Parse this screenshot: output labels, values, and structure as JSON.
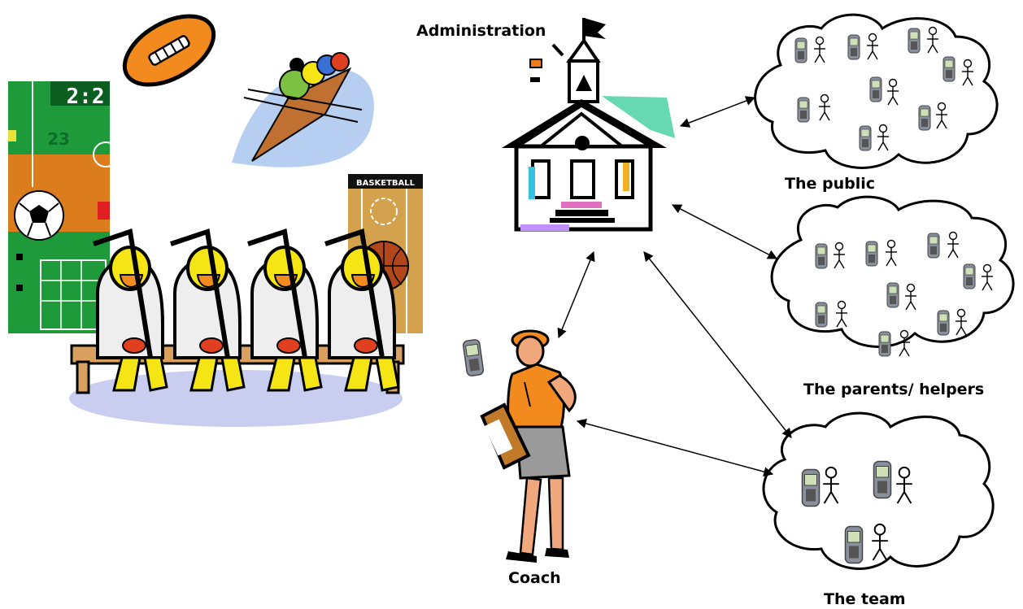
{
  "labels": {
    "administration": "Administration",
    "public": "The public",
    "parents": "The parents/ helpers",
    "team": "The team",
    "coach": "Coach"
  },
  "clipart": {
    "field_score": "2:2",
    "field_number": "23",
    "court_sign": "BASKETBALL"
  },
  "colors": {
    "field_green": "#1f9a3a",
    "field_orange": "#f07a1a",
    "court_tan": "#d4a24c",
    "ball_orange": "#b3471c",
    "coach_shirt": "#f28a1e",
    "wave_blue": "#a9c7ee",
    "player_white": "#eeeeee",
    "helmet_yellow": "#f5e514",
    "arrow": "#000000"
  },
  "icons": [
    "football-icon",
    "rowing-boat-icon",
    "soccer-field-icon",
    "basketball-court-icon",
    "hockey-players-icon",
    "schoolhouse-icon",
    "coach-icon",
    "mobile-phone-icon",
    "person-icon",
    "cloud-icon"
  ]
}
